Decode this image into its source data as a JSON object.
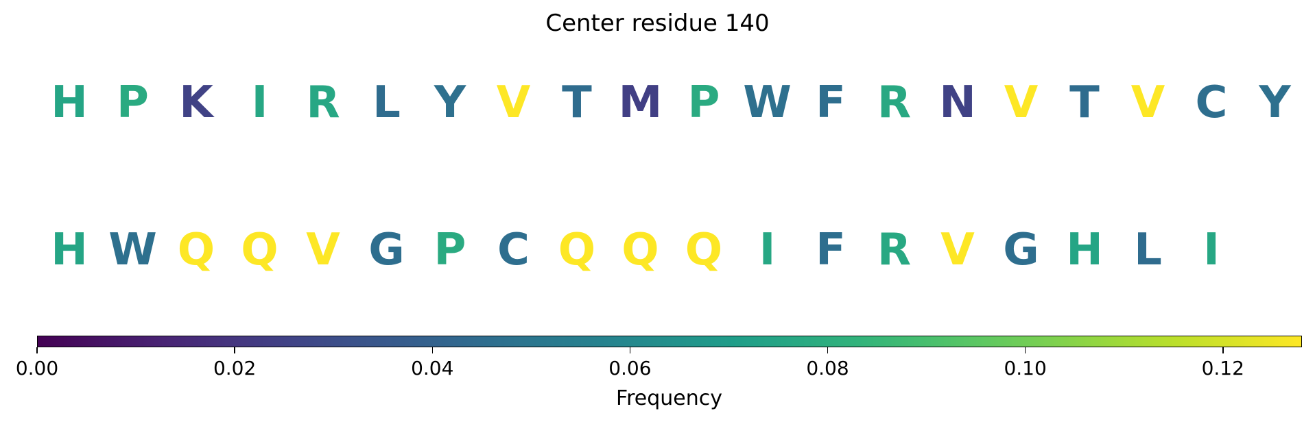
{
  "chart_data": {
    "type": "sequence-logo",
    "title": "Center residue 140",
    "rows": [
      {
        "residues": [
          "H",
          "P",
          "K",
          "I",
          "R",
          "L",
          "Y",
          "V",
          "T",
          "M",
          "P",
          "W",
          "F",
          "R",
          "N",
          "V",
          "T",
          "V",
          "C",
          "Y"
        ],
        "frequencies": [
          0.075,
          0.078,
          0.025,
          0.076,
          0.076,
          0.045,
          0.047,
          0.128,
          0.045,
          0.024,
          0.078,
          0.047,
          0.046,
          0.077,
          0.025,
          0.128,
          0.045,
          0.128,
          0.046,
          0.047
        ]
      },
      {
        "residues": [
          "H",
          "W",
          "Q",
          "Q",
          "V",
          "G",
          "P",
          "C",
          "Q",
          "Q",
          "Q",
          "I",
          "F",
          "R",
          "V",
          "G",
          "H",
          "L",
          "I"
        ],
        "frequencies": [
          0.075,
          0.047,
          0.128,
          0.128,
          0.128,
          0.046,
          0.078,
          0.046,
          0.128,
          0.128,
          0.128,
          0.076,
          0.046,
          0.077,
          0.128,
          0.046,
          0.075,
          0.045,
          0.076
        ]
      }
    ],
    "colormap": "viridis",
    "colorbar": {
      "label": "Frequency",
      "range": [
        0.0,
        0.128
      ],
      "ticks": [
        0.0,
        0.02,
        0.04,
        0.06,
        0.08,
        0.1,
        0.12
      ],
      "tick_labels": [
        "0.00",
        "0.02",
        "0.04",
        "0.06",
        "0.08",
        "0.10",
        "0.12"
      ]
    }
  }
}
